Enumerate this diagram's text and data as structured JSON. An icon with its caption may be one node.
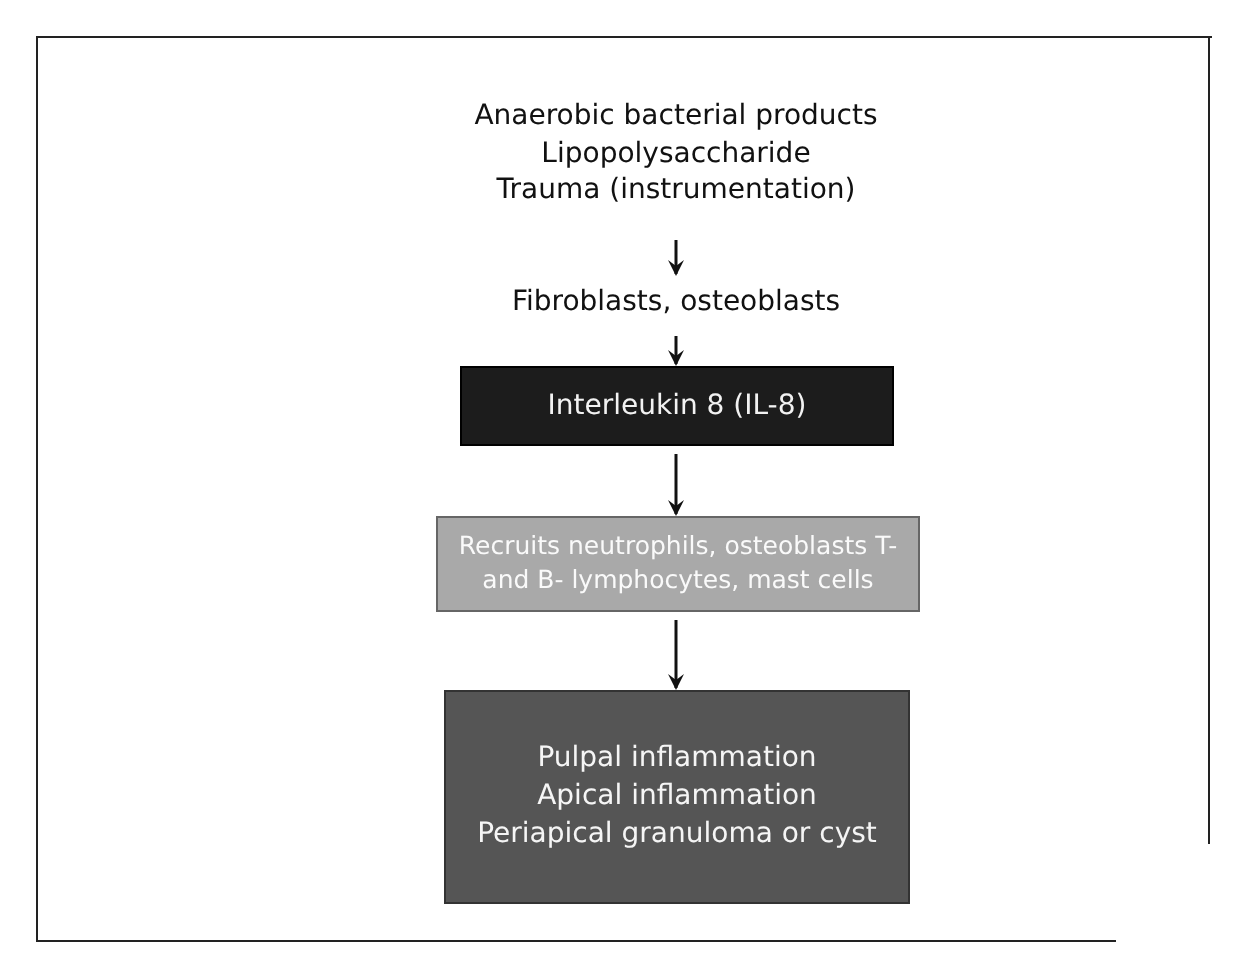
{
  "diagram": {
    "nodes": [
      {
        "text": [
          "Anaerobic bacterial products",
          "Lipopolysaccharide",
          "Trauma (instrumentation)"
        ]
      },
      {
        "text": [
          "Fibroblasts, osteoblasts"
        ]
      },
      {
        "text": [
          "Interleukin 8 (IL-8)"
        ]
      },
      {
        "text": [
          "Recruits neutrophils, osteoblasts T- and B- lymphocytes, mast cells"
        ]
      },
      {
        "text": [
          "Pulpal inflammation",
          "Apical inflammation",
          "Periapical granuloma or cyst"
        ]
      }
    ],
    "edges": [
      {
        "from": 0,
        "to": 1,
        "arrow": "to"
      },
      {
        "from": 1,
        "to": 2,
        "arrow": "to"
      },
      {
        "from": 2,
        "to": 3,
        "arrow": "to"
      },
      {
        "from": 3,
        "to": 4,
        "arrow": "to"
      }
    ]
  }
}
